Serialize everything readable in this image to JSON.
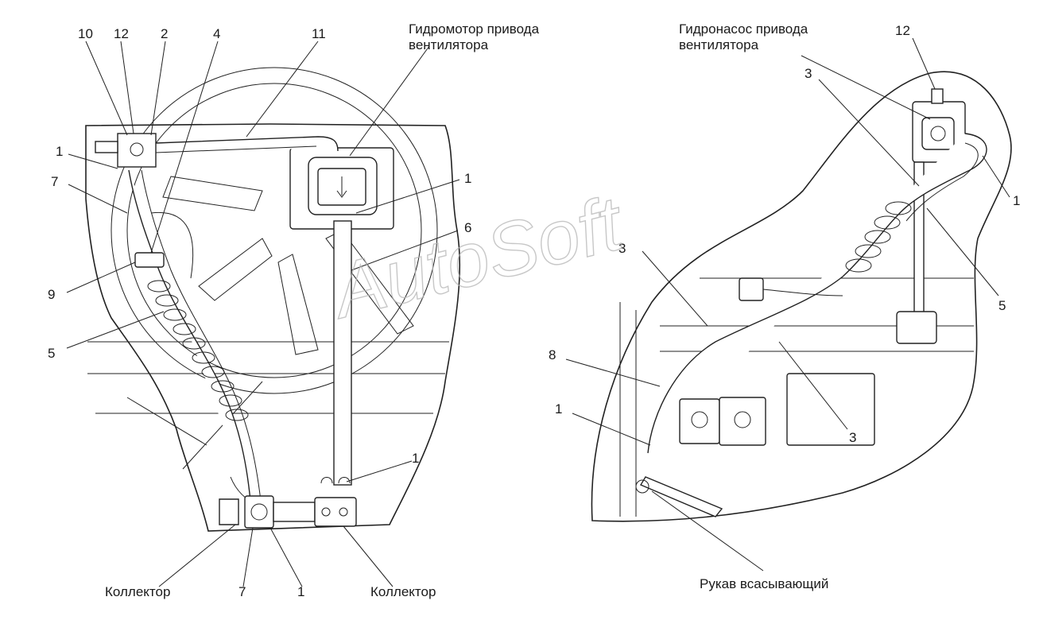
{
  "left": {
    "callouts": {
      "n10": "10",
      "n12": "12",
      "n2": "2",
      "n4": "4",
      "n11": "11",
      "n1a": "1",
      "n7a": "7",
      "n1b": "1",
      "n6": "6",
      "n9": "9",
      "n5": "5",
      "n1c": "1",
      "n7b": "7",
      "n1d": "1"
    },
    "motor_label_line1": "Гидромотор привода",
    "motor_label_line2": "вентилятора",
    "collector_left": "Коллектор",
    "collector_right": "Коллектор"
  },
  "right": {
    "callouts": {
      "n12": "12",
      "n3a": "3",
      "n1a": "1",
      "n3b": "3",
      "n5": "5",
      "n8": "8",
      "n1b": "1",
      "n3c": "3"
    },
    "pump_label_line1": "Гидронасос привода",
    "pump_label_line2": "вентилятора",
    "suction_hose": "Рукав всасывающий"
  },
  "watermark": "AutoSoft"
}
